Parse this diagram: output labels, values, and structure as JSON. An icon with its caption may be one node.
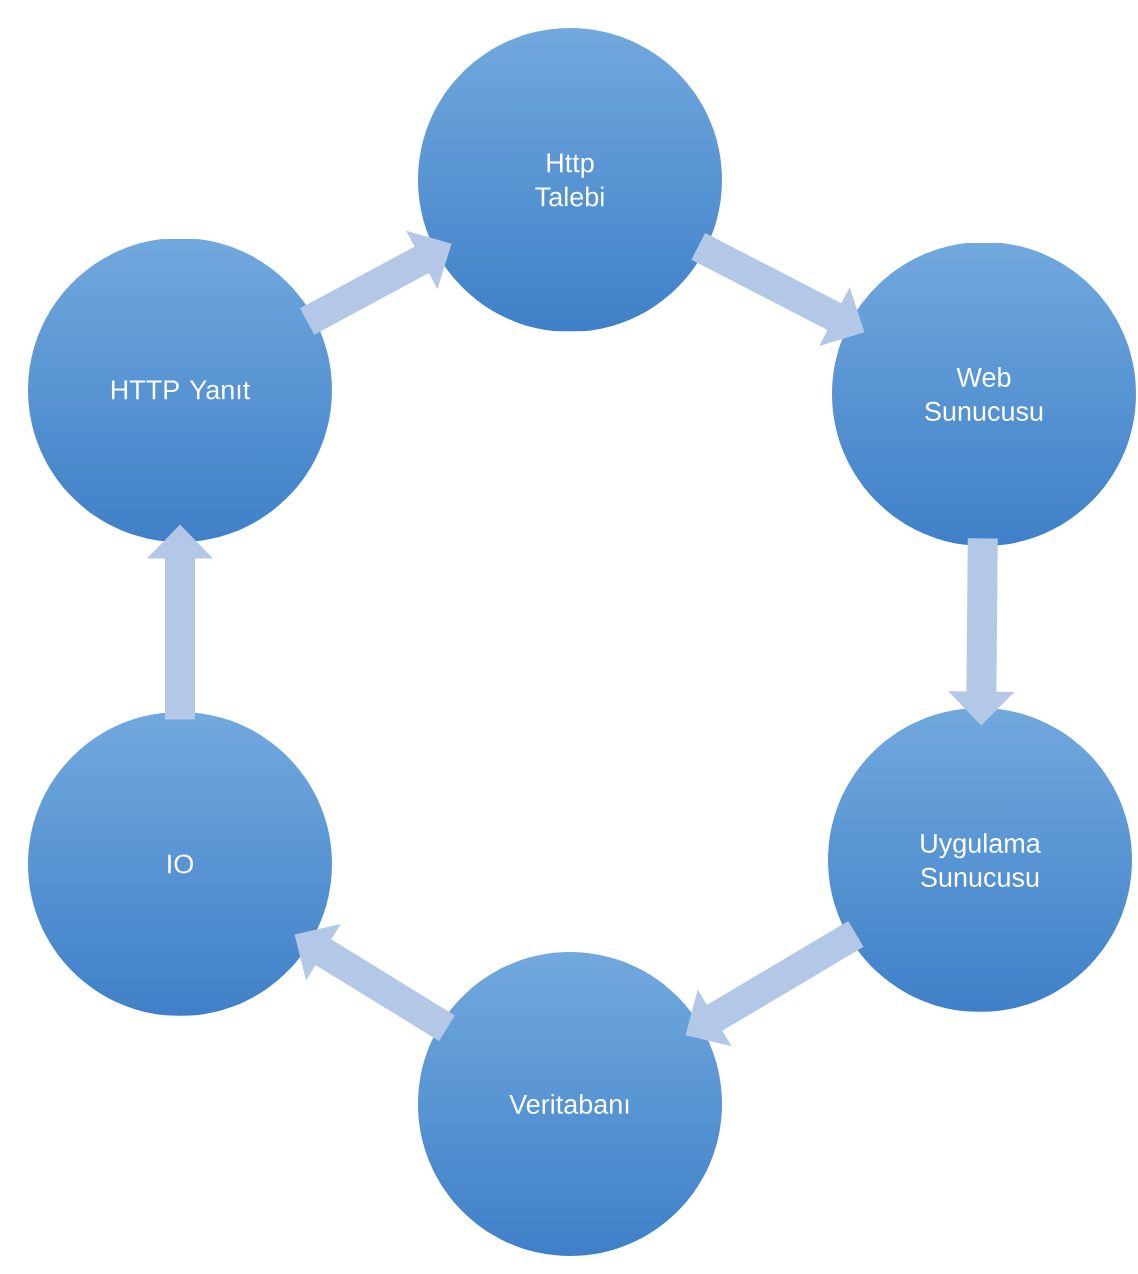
{
  "diagram": {
    "nodes": [
      {
        "text": [
          "Http Talebi"
        ]
      },
      {
        "text": [
          "Web Sunucusu"
        ]
      },
      {
        "text": [
          "Uygulama Sunucusu"
        ]
      },
      {
        "text": [
          "Veritabanı"
        ]
      },
      {
        "text": [
          "IO"
        ]
      },
      {
        "text": [
          "HTTP Yanıt"
        ]
      }
    ],
    "edges": [
      {
        "from": 0,
        "to": 1,
        "arrow": "to"
      },
      {
        "from": 1,
        "to": 2,
        "arrow": "to"
      },
      {
        "from": 2,
        "to": 3,
        "arrow": "to"
      },
      {
        "from": 3,
        "to": 4,
        "arrow": "to"
      },
      {
        "from": 4,
        "to": 5,
        "arrow": "to"
      },
      {
        "from": 5,
        "to": 0,
        "arrow": "to"
      }
    ]
  }
}
